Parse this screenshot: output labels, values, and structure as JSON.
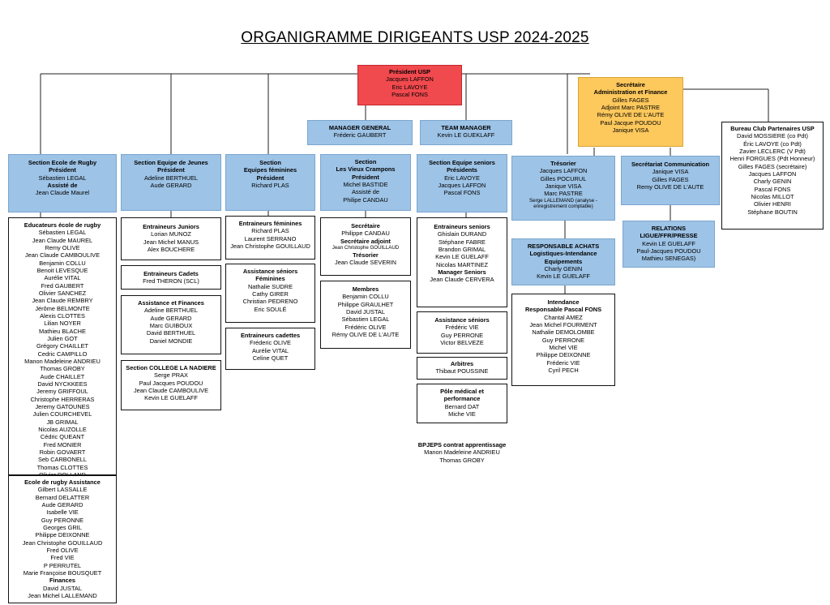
{
  "title": "ORGANIGRAMME DIRIGEANTS USP 2024-2025",
  "colors": {
    "president": "#f0494e",
    "secretaire": "#fdc85c",
    "section": "#9dc3e6",
    "line": "#222222"
  },
  "boxes": [
    {
      "id": "president",
      "lines": [
        {
          "t": "Président USP",
          "b": true
        },
        {
          "t": "Jacques LAFFON"
        },
        {
          "t": "Eric LAVOYE"
        },
        {
          "t": "Pascal FONS"
        }
      ]
    },
    {
      "id": "secretaire",
      "lines": [
        {
          "t": "Secrétaire",
          "b": true
        },
        {
          "t": "Administration et Finance",
          "b": true
        },
        {
          "t": "Gilles FAGES"
        },
        {
          "t": "Adjoint  Marc PASTRE"
        },
        {
          "t": " "
        },
        {
          "t": "Rémy OLIVE DE L'AUTE"
        },
        {
          "t": "Paul Jacque POUDOU"
        },
        {
          "t": "Janique VISA"
        }
      ]
    },
    {
      "id": "manager",
      "lines": [
        {
          "t": "MANAGER GENERAL",
          "b": true
        },
        {
          "t": "Fréderic GAUBERT"
        }
      ]
    },
    {
      "id": "team-manager",
      "lines": [
        {
          "t": "TEAM MANAGER",
          "b": true
        },
        {
          "t": "Kevin LE GUEKLAFF"
        }
      ]
    },
    {
      "id": "bureau-partenaires",
      "lines": [
        {
          "t": "Bureau Club Partenaires USP",
          "b": true
        },
        {
          "t": "David MOSSIERE (co Pdt)"
        },
        {
          "t": "Éric LAVOYE (co Pdt)"
        },
        {
          "t": "Zavier LECLERC (V Pdt)"
        },
        {
          "t": "Henri FORGUES (Pdt Honneur)"
        },
        {
          "t": "Gilles FAGES (secrétaire)"
        },
        {
          "t": "Jacques LAFFON"
        },
        {
          "t": "Charly GENIN"
        },
        {
          "t": "Pascal FONS"
        },
        {
          "t": "Nicolas MILLOT"
        },
        {
          "t": "Olivier HENRI"
        },
        {
          "t": "Stéphane BOUTIN"
        }
      ]
    },
    {
      "id": "section-ecole",
      "lines": [
        {
          "t": "Section Ecole de Rugby",
          "b": true
        },
        {
          "t": "Président",
          "b": true
        },
        {
          "t": "Sébastien LEGAL"
        },
        {
          "t": "Assisté de",
          "b": true
        },
        {
          "t": "Jean Claude Maurel"
        }
      ]
    },
    {
      "id": "section-jeunes",
      "lines": [
        {
          "t": "Section Equipe de Jeunes",
          "b": true
        },
        {
          "t": "Président",
          "b": true
        },
        {
          "t": "Adeline BERTHUEL"
        },
        {
          "t": "Aude GERARD"
        }
      ]
    },
    {
      "id": "section-feminines",
      "lines": [
        {
          "t": "Section",
          "b": true
        },
        {
          "t": "Equipes féminines",
          "b": true
        },
        {
          "t": "Président",
          "b": true
        },
        {
          "t": "Richard PLAS"
        }
      ]
    },
    {
      "id": "section-vieux-crampons",
      "lines": [
        {
          "t": "Section",
          "b": true
        },
        {
          "t": "Les Vieux Crampons",
          "b": true
        },
        {
          "t": "Président",
          "b": true
        },
        {
          "t": "Michel BASTIDE"
        },
        {
          "t": "Assisté de"
        },
        {
          "t": "Philipe CANDAU"
        }
      ]
    },
    {
      "id": "section-seniors",
      "lines": [
        {
          "t": "Section Equipe seniors",
          "b": true
        },
        {
          "t": "Présidents",
          "b": true
        },
        {
          "t": "Eric LAVOYE"
        },
        {
          "t": "Jacques LAFFON"
        },
        {
          "t": "Pascal FONS"
        }
      ]
    },
    {
      "id": "tresorier",
      "lines": [
        {
          "t": "Trésorier",
          "b": true
        },
        {
          "t": "Jacques LAFFON"
        },
        {
          "t": "Gilles POCURUL"
        },
        {
          "t": "Janique VISA"
        },
        {
          "t": "Marc PASTRE"
        },
        {
          "t": "Serge LALLEMAND (analyse -",
          "s": true
        },
        {
          "t": "enregistrement comptable)",
          "s": true
        }
      ]
    },
    {
      "id": "secretariat-communication",
      "lines": [
        {
          "t": "Secrétariat Communication",
          "b": true
        },
        {
          "t": "Janique VISA"
        },
        {
          "t": "Gilles FAGES"
        },
        {
          "t": "Remy OLIVE DE L'AUTE"
        }
      ]
    },
    {
      "id": "relations",
      "lines": [
        {
          "t": "RELATIONS",
          "b": true
        },
        {
          "t": "LIGUE/FFR/PRESSE",
          "b": true
        },
        {
          "t": "Kevin LE GUELAFF"
        },
        {
          "t": "Paul-Jacques POUDOU"
        },
        {
          "t": "Mathieu SENEGAS)"
        }
      ]
    },
    {
      "id": "responsable-achats",
      "lines": [
        {
          "t": "RESPONSABLE ACHATS",
          "b": true
        },
        {
          "t": "Logistiques-Intendance",
          "b": true
        },
        {
          "t": "Equipements",
          "b": true
        },
        {
          "t": "Charly GENIN"
        },
        {
          "t": "Kevin LE GUELAFF"
        }
      ]
    },
    {
      "id": "educateurs-ecole",
      "lines": [
        {
          "t": "Educateurs école de rugby",
          "b": true
        },
        {
          "t": "Sébastien LEGAL"
        },
        {
          "t": "Jean Claude MAUREL"
        },
        {
          "t": "Remy OLIVE"
        },
        {
          "t": "Jean Claude CAMBOULIVE"
        },
        {
          "t": "Benjamin COLLU"
        },
        {
          "t": "Benoit LEVESQUE"
        },
        {
          "t": "Aurélie VITAL"
        },
        {
          "t": "Fred GAUBERT"
        },
        {
          "t": "Olivier SANCHEZ"
        },
        {
          "t": "Jean Claude REMBRY"
        },
        {
          "t": "Jérôme BELMONTE"
        },
        {
          "t": "Alexis CLOTTES"
        },
        {
          "t": "Lilian NOYER"
        },
        {
          "t": "Mathieu BLACHE"
        },
        {
          "t": "Julien GOT"
        },
        {
          "t": "Grégory CHAILLET"
        },
        {
          "t": "Cedric CAMPILLO"
        },
        {
          "t": "Manon Madeleine ANDRIEU"
        },
        {
          "t": "Thomas GROBY"
        },
        {
          "t": "Aude CHAILLET"
        },
        {
          "t": "David NYCKKEES"
        },
        {
          "t": "Jeremy GRIFFOUL"
        },
        {
          "t": "Christophe HERRERAS"
        },
        {
          "t": "Jeremy GATOUNES"
        },
        {
          "t": "Julien COURCHEVEL"
        },
        {
          "t": "JB GRIMAL"
        },
        {
          "t": "Nicolas AUZOLLE"
        },
        {
          "t": "Cédric QUEANT"
        },
        {
          "t": "Fred MONIER"
        },
        {
          "t": "Robin GOVAERT"
        },
        {
          "t": "Seb CARBONELL"
        },
        {
          "t": "Thomas CLOTTES"
        },
        {
          "t": "Olivier ROLLAND"
        }
      ]
    },
    {
      "id": "ecole-assistance",
      "lines": [
        {
          "t": "Ecole de rugby Assistance",
          "b": true
        },
        {
          "t": "Gilbert LASSALLE"
        },
        {
          "t": "Bernard DELATTER"
        },
        {
          "t": "Aude GERARD"
        },
        {
          "t": "Isabelle VIE"
        },
        {
          "t": "Guy PERONNE"
        },
        {
          "t": "Georges GRIL"
        },
        {
          "t": "Philippe DEIXONNE"
        },
        {
          "t": "Jean Christophe GOUILLAUD"
        },
        {
          "t": "Fred OLIVE"
        },
        {
          "t": "Fred VIE"
        },
        {
          "t": "P PERRUTEL"
        },
        {
          "t": "Marie Françoise BOUSQUET"
        },
        {
          "t": "Finances",
          "b": true
        },
        {
          "t": "David JUSTAL"
        },
        {
          "t": "Jean Michel LALLEMAND"
        }
      ]
    },
    {
      "id": "entraineurs-juniors",
      "lines": [
        {
          "t": "Entraineurs Juniors",
          "b": true
        },
        {
          "t": "Lorian MUNOZ"
        },
        {
          "t": "Jean Michel MANUS"
        },
        {
          "t": "Alex BOUCHERE"
        }
      ]
    },
    {
      "id": "entraineurs-cadets",
      "lines": [
        {
          "t": "Entraineurs Cadets",
          "b": true
        },
        {
          "t": "Fred THERON (SCL)"
        }
      ]
    },
    {
      "id": "assistance-finances",
      "lines": [
        {
          "t": "Assistance et Finances",
          "b": true
        },
        {
          "t": "Adeline BERTHUEL"
        },
        {
          "t": "Aude GERARD"
        },
        {
          "t": "Marc GUIBOUX"
        },
        {
          "t": "David BERTHUEL"
        },
        {
          "t": "Daniel MONDIE"
        }
      ]
    },
    {
      "id": "section-college",
      "lines": [
        {
          "t": "Section COLLEGE LA NADIERE",
          "b": true
        },
        {
          "t": "Serge PRAX"
        },
        {
          "t": "Paul Jacques POUDOU"
        },
        {
          "t": "Jean Claude CAMBOULIVE"
        },
        {
          "t": "Kevin LE GUELAFF"
        }
      ]
    },
    {
      "id": "entraineurs-feminines",
      "lines": [
        {
          "t": "Entraineurs féminines",
          "b": true
        },
        {
          "t": "Richard PLAS"
        },
        {
          "t": "Laurent SERRANO"
        },
        {
          "t": "Jean Christophe GOUILLAUD"
        }
      ]
    },
    {
      "id": "assistance-seniors-feminines",
      "lines": [
        {
          "t": "Assistance séniors",
          "b": true
        },
        {
          "t": "Féminines",
          "b": true
        },
        {
          "t": "Nathalie SUDRE"
        },
        {
          "t": "Cathy GIRER"
        },
        {
          "t": "Christian PEDRENO"
        },
        {
          "t": "Eric SOULÉ"
        }
      ]
    },
    {
      "id": "entraineurs-cadettes",
      "lines": [
        {
          "t": "Entraineurs  cadettes",
          "b": true
        },
        {
          "t": "Fréderic OLIVE"
        },
        {
          "t": "Aurélie VITAL"
        },
        {
          "t": "Celine QUET"
        }
      ]
    },
    {
      "id": "secretaire-vieux",
      "lines": [
        {
          "t": "Secrétaire",
          "b": true
        },
        {
          "t": "Philippe CANDAU"
        },
        {
          "t": "Secrétaire adjoint",
          "b": true
        },
        {
          "t": "Jean Christophe GOUILLAUD",
          "s": true
        },
        {
          "t": "Trésorier",
          "b": true
        },
        {
          "t": "Jean Claude SEVERIN"
        }
      ]
    },
    {
      "id": "membres-vieux",
      "lines": [
        {
          "t": "Membres",
          "b": true
        },
        {
          "t": "Benjamin COLLU"
        },
        {
          "t": "Philippe GRAULHET"
        },
        {
          "t": "David JUSTAL"
        },
        {
          "t": "Sébastien LEGAL"
        },
        {
          "t": "Frédéric OLIVE"
        },
        {
          "t": "Rémy OLIVE DE L'AUTE"
        }
      ]
    },
    {
      "id": "entraineurs-seniors",
      "lines": [
        {
          "t": "Entraineurs seniors",
          "b": true
        },
        {
          "t": "Ghislain DURAND"
        },
        {
          "t": "Stéphane FABRE"
        },
        {
          "t": "Brandon GRIMAL"
        },
        {
          "t": "Kevin LE GUELAFF"
        },
        {
          "t": "Nicolas MARTINEZ"
        },
        {
          "t": "Manager Seniors",
          "b": true
        },
        {
          "t": "Jean Claude CERVERA"
        }
      ]
    },
    {
      "id": "assistance-seniors",
      "lines": [
        {
          "t": "Assistance séniors",
          "b": true
        },
        {
          "t": "Frédéric VIE"
        },
        {
          "t": "Guy PERRONE"
        },
        {
          "t": "Victor BELVEZE"
        }
      ]
    },
    {
      "id": "arbitres",
      "lines": [
        {
          "t": "Arbitres",
          "b": true
        },
        {
          "t": "Thibaut POUSSINE"
        }
      ]
    },
    {
      "id": "pole-medical",
      "lines": [
        {
          "t": "Pôle médical et",
          "b": true
        },
        {
          "t": "performance",
          "b": true
        },
        {
          "t": "Bernard DAT"
        },
        {
          "t": "Miche VIE"
        }
      ]
    },
    {
      "id": "bpjeps",
      "lines": [
        {
          "t": "BPJEPS contrat apprentissage",
          "b": true
        },
        {
          "t": "Manon Madeleine ANDRIEU"
        },
        {
          "t": "Thomas GROBY"
        }
      ]
    },
    {
      "id": "intendance",
      "lines": [
        {
          "t": "Intendance",
          "b": true
        },
        {
          "t": "Responsable Pascal FONS",
          "b": true
        },
        {
          "t": "Chantal AMEZ"
        },
        {
          "t": "Jean Michel FOURMENT"
        },
        {
          "t": "Nathalie DEMOLOMBE"
        },
        {
          "t": "Guy PERRONE"
        },
        {
          "t": "Michel VIE"
        },
        {
          "t": "Philippe DEIXONNE"
        },
        {
          "t": "Fréderic VIE"
        },
        {
          "t": "Cyril PECH"
        }
      ]
    }
  ]
}
